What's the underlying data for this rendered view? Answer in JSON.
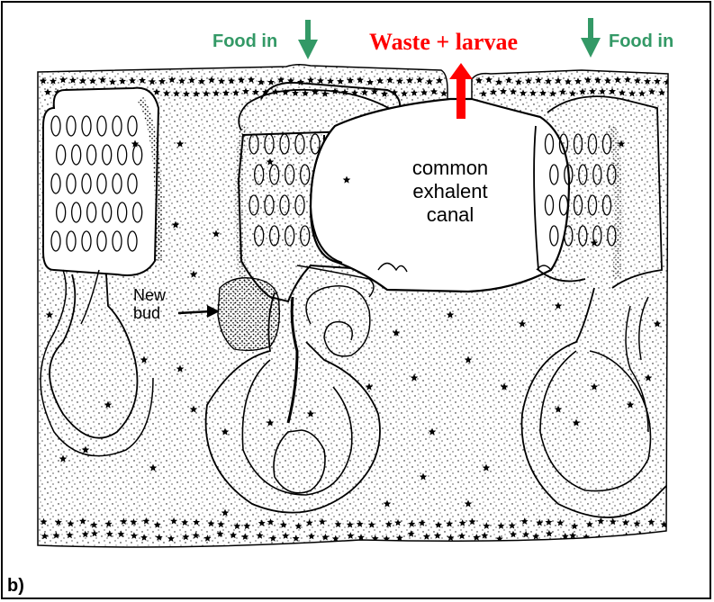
{
  "labels": {
    "food_in_left": "Food in",
    "waste_larvae": "Waste + larvae",
    "food_in_right": "Food in",
    "canal_line1": "common",
    "canal_line2": "exhalent",
    "canal_line3": "canal",
    "new_bud_line1": "New",
    "new_bud_line2": "bud",
    "panel_letter": "b)"
  },
  "colors": {
    "food_arrow": "#339966",
    "waste_arrow": "#ff0000",
    "outline": "#000000"
  }
}
